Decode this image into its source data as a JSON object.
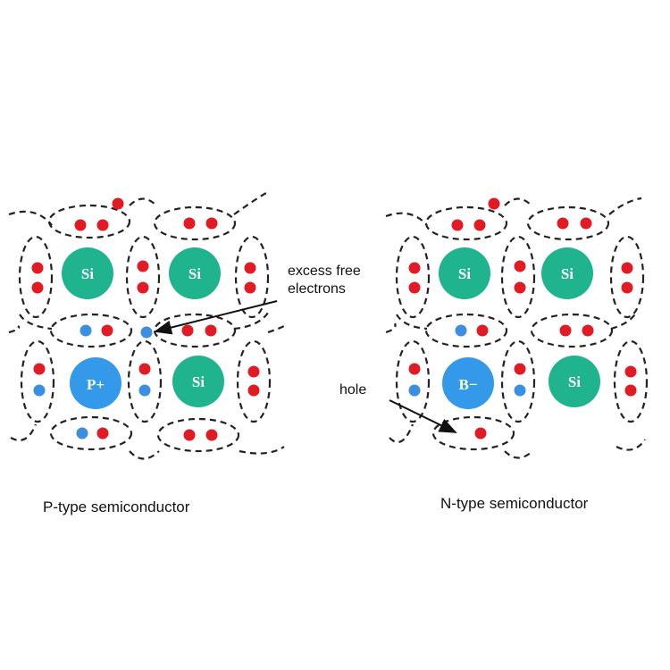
{
  "colors": {
    "si": "#1fb48e",
    "dopant": "#3399e8",
    "electron": "#e01b24",
    "hole_carrier": "#3b8ee0",
    "bond": "#222222"
  },
  "p_panel": {
    "caption": "P-type semiconductor",
    "atoms": [
      {
        "id": "tl",
        "label": "Si",
        "kind": "si"
      },
      {
        "id": "tr",
        "label": "Si",
        "kind": "si"
      },
      {
        "id": "bl",
        "label": "P+",
        "kind": "dopant"
      },
      {
        "id": "br",
        "label": "Si",
        "kind": "si"
      }
    ]
  },
  "n_panel": {
    "caption": "N-type semiconductor",
    "atoms": [
      {
        "id": "tl",
        "label": "Si",
        "kind": "si"
      },
      {
        "id": "tr",
        "label": "Si",
        "kind": "si"
      },
      {
        "id": "bl",
        "label": "B−",
        "kind": "dopant"
      },
      {
        "id": "br",
        "label": "Si",
        "kind": "si"
      }
    ]
  },
  "annotations": {
    "excess_line1": "excess free",
    "excess_line2": "electrons",
    "hole": "hole"
  }
}
